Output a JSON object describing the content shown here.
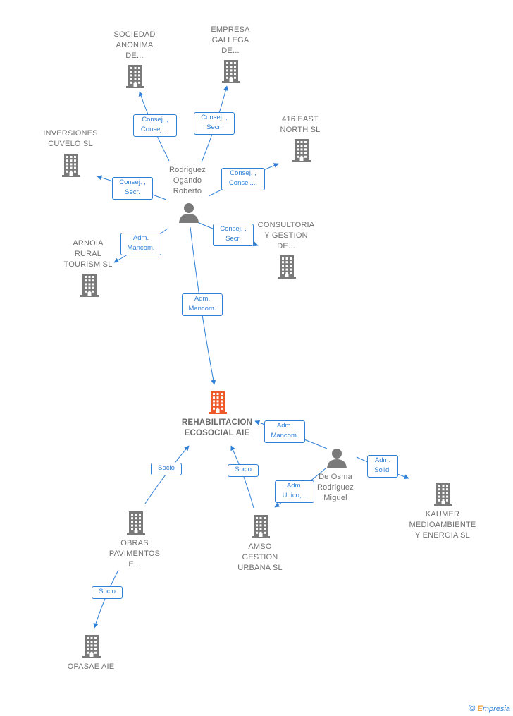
{
  "colors": {
    "company": "#7a7a7a",
    "company_main": "#f05a28",
    "person": "#7a7a7a",
    "edge": "#2f7fd6"
  },
  "nodes": [
    {
      "id": "sociedad",
      "type": "company",
      "label": "SOCIEDAD\nANONIMA\nDE..."
    },
    {
      "id": "empresa",
      "type": "company",
      "label": "EMPRESA\nGALLEGA\nDE..."
    },
    {
      "id": "east416",
      "type": "company",
      "label": "416 EAST\nNORTH  SL"
    },
    {
      "id": "inversiones",
      "type": "company",
      "label": "INVERSIONES\nCUVELO  SL"
    },
    {
      "id": "rodriguez",
      "type": "person",
      "label": "Rodriguez\nOgando\nRoberto"
    },
    {
      "id": "consultoria",
      "type": "company",
      "label": "CONSULTORIA\nY GESTION\nDE..."
    },
    {
      "id": "arnoia",
      "type": "company",
      "label": "ARNOIA\nRURAL\nTOURISM  SL"
    },
    {
      "id": "rehab",
      "type": "company_main",
      "label": "REHABILITACION\nECOSOCIAL AIE"
    },
    {
      "id": "deosma",
      "type": "person",
      "label": "De Osma\nRodriguez\nMiguel"
    },
    {
      "id": "kaumer",
      "type": "company",
      "label": "KAUMER\nMEDIOAMBIENTE\nY ENERGIA  SL"
    },
    {
      "id": "obras",
      "type": "company",
      "label": "OBRAS\nPAVIMENTOS\nE..."
    },
    {
      "id": "amso",
      "type": "company",
      "label": "AMSO\nGESTION\nURBANA  SL"
    },
    {
      "id": "opasae",
      "type": "company",
      "label": "OPASAE AIE"
    }
  ],
  "edges": [
    {
      "from": "rodriguez",
      "to": "sociedad",
      "label": "Consej. ,\nConsej...."
    },
    {
      "from": "rodriguez",
      "to": "empresa",
      "label": "Consej. ,\nSecr."
    },
    {
      "from": "rodriguez",
      "to": "east416",
      "label": "Consej. ,\nConsej...."
    },
    {
      "from": "rodriguez",
      "to": "inversiones",
      "label": "Consej. ,\nSecr."
    },
    {
      "from": "rodriguez",
      "to": "consultoria",
      "label": "Consej. ,\nSecr."
    },
    {
      "from": "rodriguez",
      "to": "arnoia",
      "label": "Adm.\nMancom."
    },
    {
      "from": "rodriguez",
      "to": "rehab",
      "label": "Adm.\nMancom."
    },
    {
      "from": "deosma",
      "to": "rehab",
      "label": "Adm.\nMancom."
    },
    {
      "from": "deosma",
      "to": "kaumer",
      "label": "Adm.\nSolid."
    },
    {
      "from": "deosma",
      "to": "amso",
      "label": "Adm.\nUnico,..."
    },
    {
      "from": "obras",
      "to": "rehab",
      "label": "Socio"
    },
    {
      "from": "amso",
      "to": "rehab",
      "label": "Socio"
    },
    {
      "from": "obras",
      "to": "opasae",
      "label": "Socio"
    }
  ],
  "footer": {
    "copyright": "©",
    "brand_first": "E",
    "brand_rest": "mpresia"
  }
}
